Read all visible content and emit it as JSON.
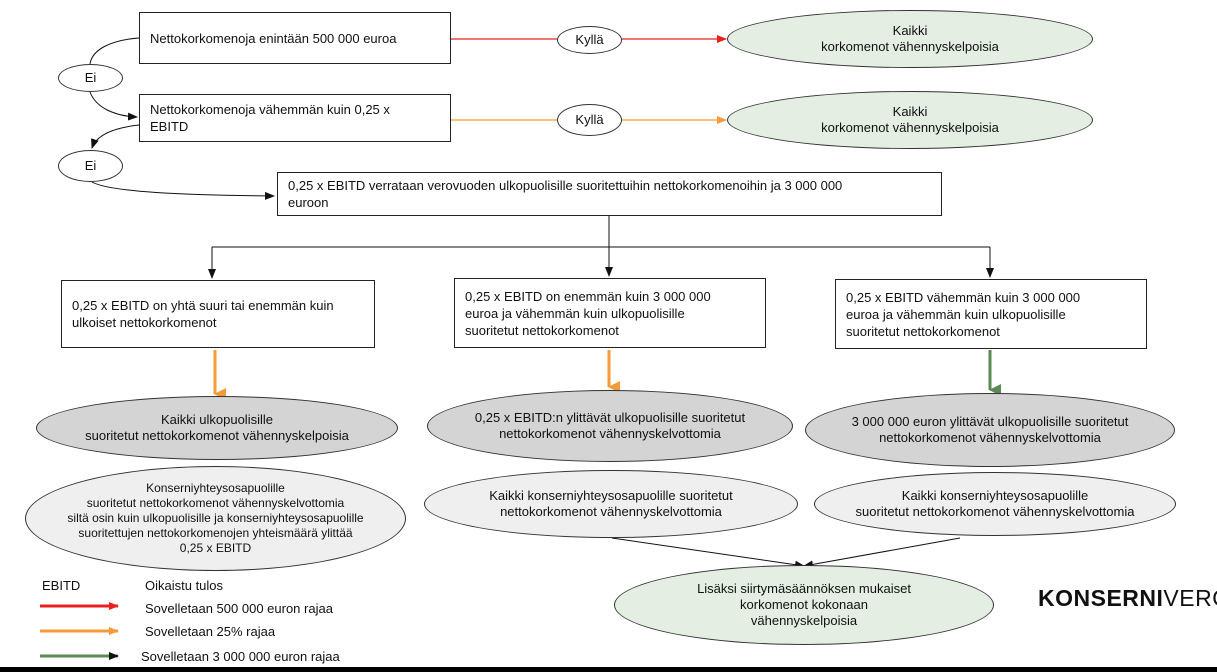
{
  "nodes": {
    "q1": "Nettokorkomenoja enintään 500 000 euroa",
    "q1_yes": "Kyllä",
    "r1": [
      "Kaikki",
      "korkomenot vähennyskelpoisia"
    ],
    "no1": "Ei",
    "q2": [
      "Nettokorkomenoja  vähemmän kuin 0,25 x",
      "EBITD"
    ],
    "q2_yes": "Kyllä",
    "r2": [
      "Kaikki",
      "korkomenot vähennyskelpoisia"
    ],
    "no2": "Ei",
    "compare": [
      "0,25 x EBITD verrataan verovuoden ulkopuolisille suoritettuihin nettokorkomenoihin ja 3 000 000",
      "euroon"
    ],
    "case_a": [
      "0,25 x EBITD on yhtä suuri tai enemmän kuin",
      "ulkoiset nettokorkomenot"
    ],
    "case_b": [
      "0,25 x EBITD on enemmän kuin 3 000 000",
      "euroa ja vähemmän kuin ulkopuolisille",
      "suoritetut nettokorkomenot"
    ],
    "case_c": [
      "0,25 x EBITD vähemmän kuin 3 000 000",
      "euroa  ja vähemmän kuin ulkopuolisille",
      "suoritetut nettokorkomenot"
    ],
    "out_a1": [
      "Kaikki ulkopuolisille",
      "suoritetut nettokorkomenot vähennyskelpoisia"
    ],
    "out_b1": [
      "0,25 x  EBITD:n ylittävät ulkopuolisille suoritetut",
      "nettokorkomenot vähennyskelvottomia"
    ],
    "out_c1": [
      "3 000 000 euron ylittävät ulkopuolisille suoritetut",
      "nettokorkomenot vähennyskelvottomia"
    ],
    "out_a2": [
      "Konserniyhteysosapuolille",
      "suoritetut nettokorkomenot vähennyskelvottomia",
      "siltä osin kuin ulkopuolisille ja konserniyhteysosapuolille",
      "suoritettujen nettokorkomenojen yhteismäärä ylittää",
      "0,25 x EBITD"
    ],
    "out_b2": [
      "Kaikki konserniyhteysosapuolille suoritetut",
      "nettokorkomenot vähennyskelvottomia"
    ],
    "out_c2": [
      "Kaikki konserniyhteysosapuolille",
      "suoritetut nettokorkomenot vähennyskelvottomia"
    ],
    "final": [
      "Lisäksi siirtymäsäännöksen mukaiset",
      "korkomenot kokonaan",
      "vähennyskelpoisia"
    ]
  },
  "legend": {
    "abbr": "EBITD",
    "abbr_def": "Oikaistu tulos",
    "items": [
      {
        "label": "Sovelletaan 500 000 euron rajaa",
        "color": "#e8211f"
      },
      {
        "label": "Sovelletaan 25% rajaa",
        "color": "#f59a3a"
      },
      {
        "label": "Sovelletaan 3 000 000 euron rajaa",
        "color": "#5b8a54"
      }
    ]
  },
  "logo": {
    "bold": "KONSERNI",
    "regular": "VERO"
  },
  "colors": {
    "red": "#e8211f",
    "orange": "#f59a3a",
    "green": "#5b8a54",
    "dark": "#111111"
  }
}
